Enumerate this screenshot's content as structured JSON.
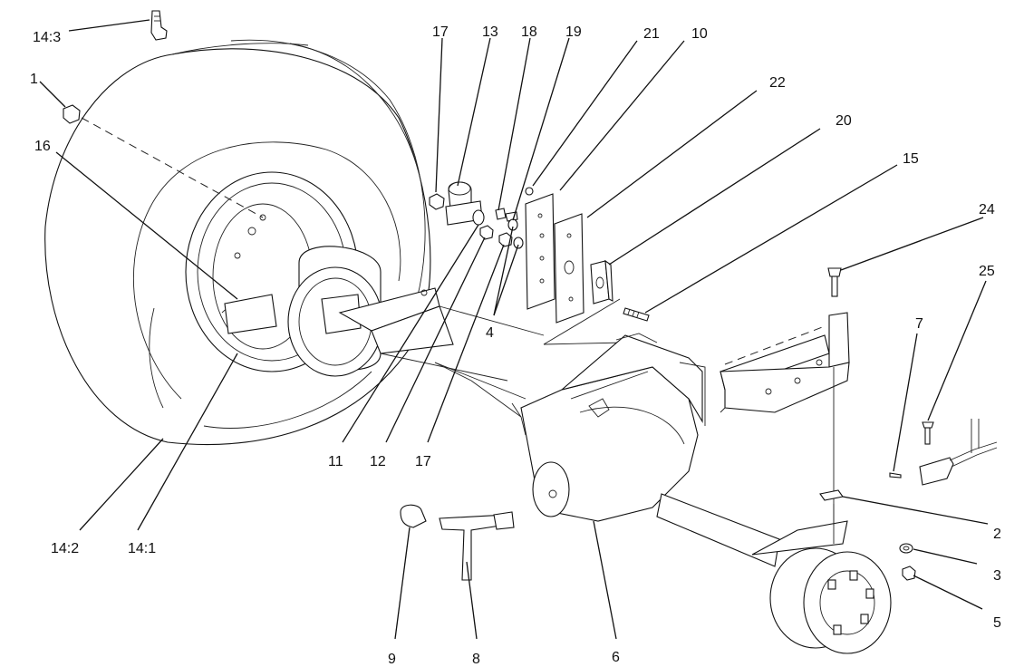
{
  "callouts": {
    "c14_3": "14:3",
    "c1": "1",
    "c16": "16",
    "c17a": "17",
    "c13": "13",
    "c18": "18",
    "c19": "19",
    "c21": "21",
    "c10": "10",
    "c22": "22",
    "c20": "20",
    "c15": "15",
    "c24": "24",
    "c25": "25",
    "c7": "7",
    "c4": "4",
    "c11": "11",
    "c12": "12",
    "c17b": "17",
    "c2": "2",
    "c3": "3",
    "c5": "5",
    "c14_2": "14:2",
    "c14_1": "14:1",
    "c9": "9",
    "c8": "8",
    "c6": "6"
  }
}
